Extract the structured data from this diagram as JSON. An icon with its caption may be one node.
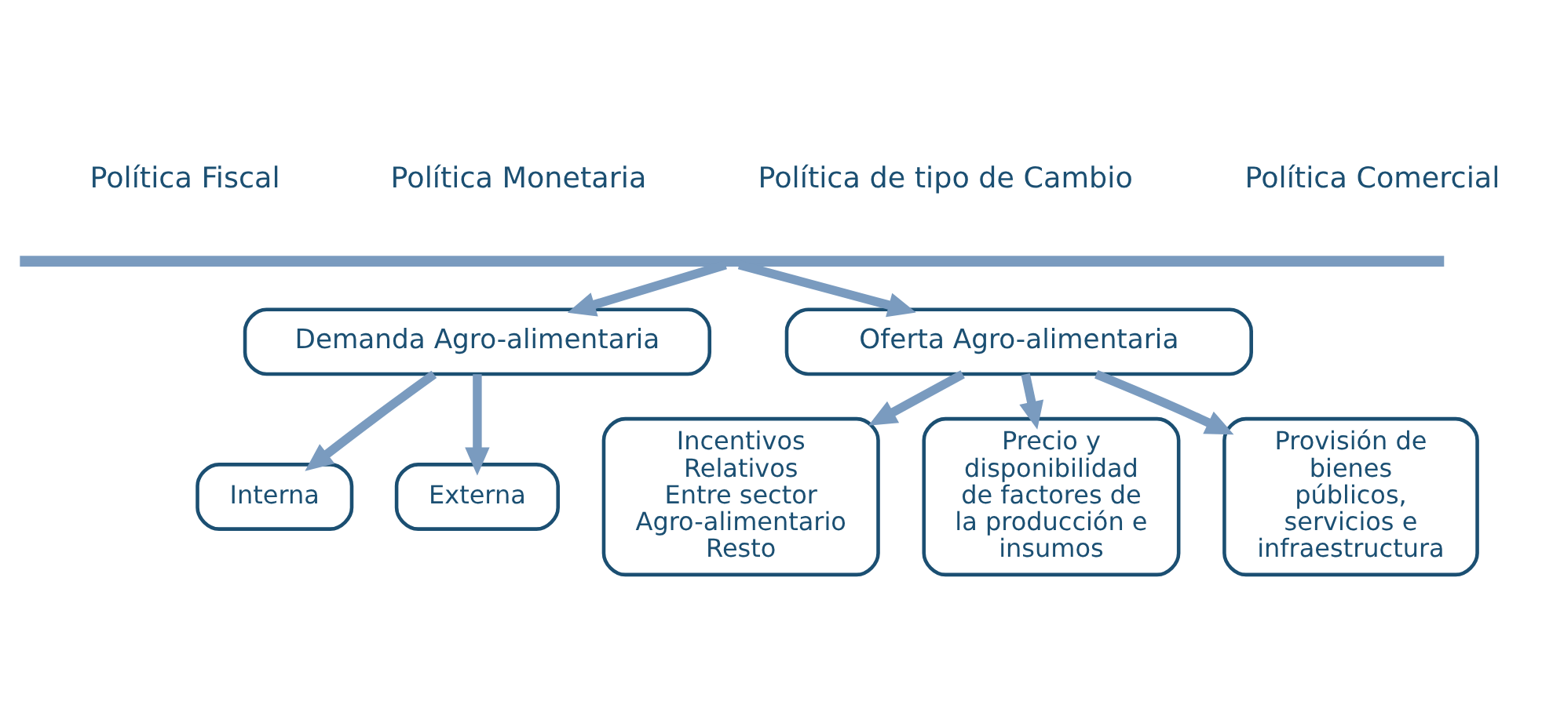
{
  "diagram": {
    "nodes": [
      {
        "text": [],
        "shape": "bar"
      },
      {
        "text": [
          "Demanda Agro-alimentaria"
        ]
      },
      {
        "text": [
          "Oferta Agro-alimentaria"
        ]
      },
      {
        "text": [
          "Interna"
        ]
      },
      {
        "text": [
          "Externa"
        ]
      },
      {
        "text": [
          "Incentivos Relativos Entre sector Agro-alimentario Resto"
        ]
      },
      {
        "text": [
          "Precio y disponibilidad de factores de la producción e insumos"
        ]
      },
      {
        "text": [
          "Provisión de bienes públicos, servicios e infraestructura"
        ]
      }
    ],
    "edges": [
      {
        "from": 0,
        "to": 1,
        "arrow": "to"
      },
      {
        "from": 0,
        "to": 2,
        "arrow": "to"
      },
      {
        "from": 1,
        "to": 3,
        "arrow": "to"
      },
      {
        "from": 1,
        "to": 4,
        "arrow": "to"
      },
      {
        "from": 2,
        "to": 5,
        "arrow": "to"
      },
      {
        "from": 2,
        "to": 6,
        "arrow": "to"
      },
      {
        "from": 2,
        "to": 7,
        "arrow": "to"
      }
    ],
    "labels": [
      "Política Fiscal",
      "Política Monetaria",
      "Política de tipo de Cambio",
      "Política Comercial"
    ]
  }
}
